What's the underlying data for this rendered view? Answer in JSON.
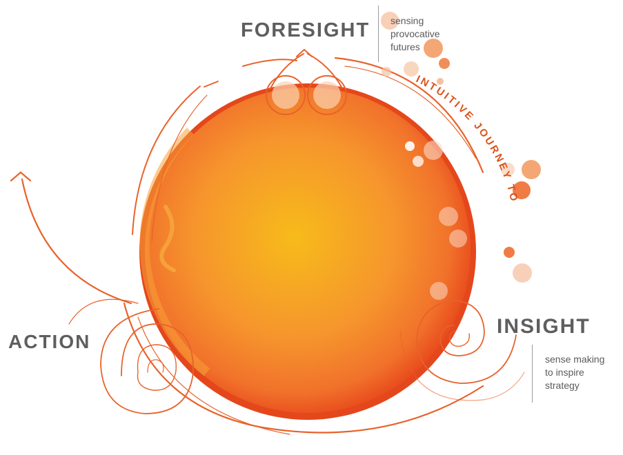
{
  "stages": {
    "foresight": {
      "title": "FORESIGHT",
      "lines": [
        "sensing",
        "provocative",
        "futures"
      ]
    },
    "insight": {
      "title": "INSIGHT",
      "lines": [
        "sense making",
        "to inspire",
        "strategy"
      ]
    },
    "action": {
      "title": "ACTION"
    }
  },
  "arc_text": "INTUITIVE JOURNEY TO",
  "colors": {
    "sphere_center": "#f7bb1a",
    "sphere_mid": "#f6952d",
    "sphere_edge": "#e84a1c",
    "ring": "#e4471b",
    "swirl": "#e8622a",
    "label_text": "#5e5e5e",
    "arc_text": "#d9541c"
  }
}
